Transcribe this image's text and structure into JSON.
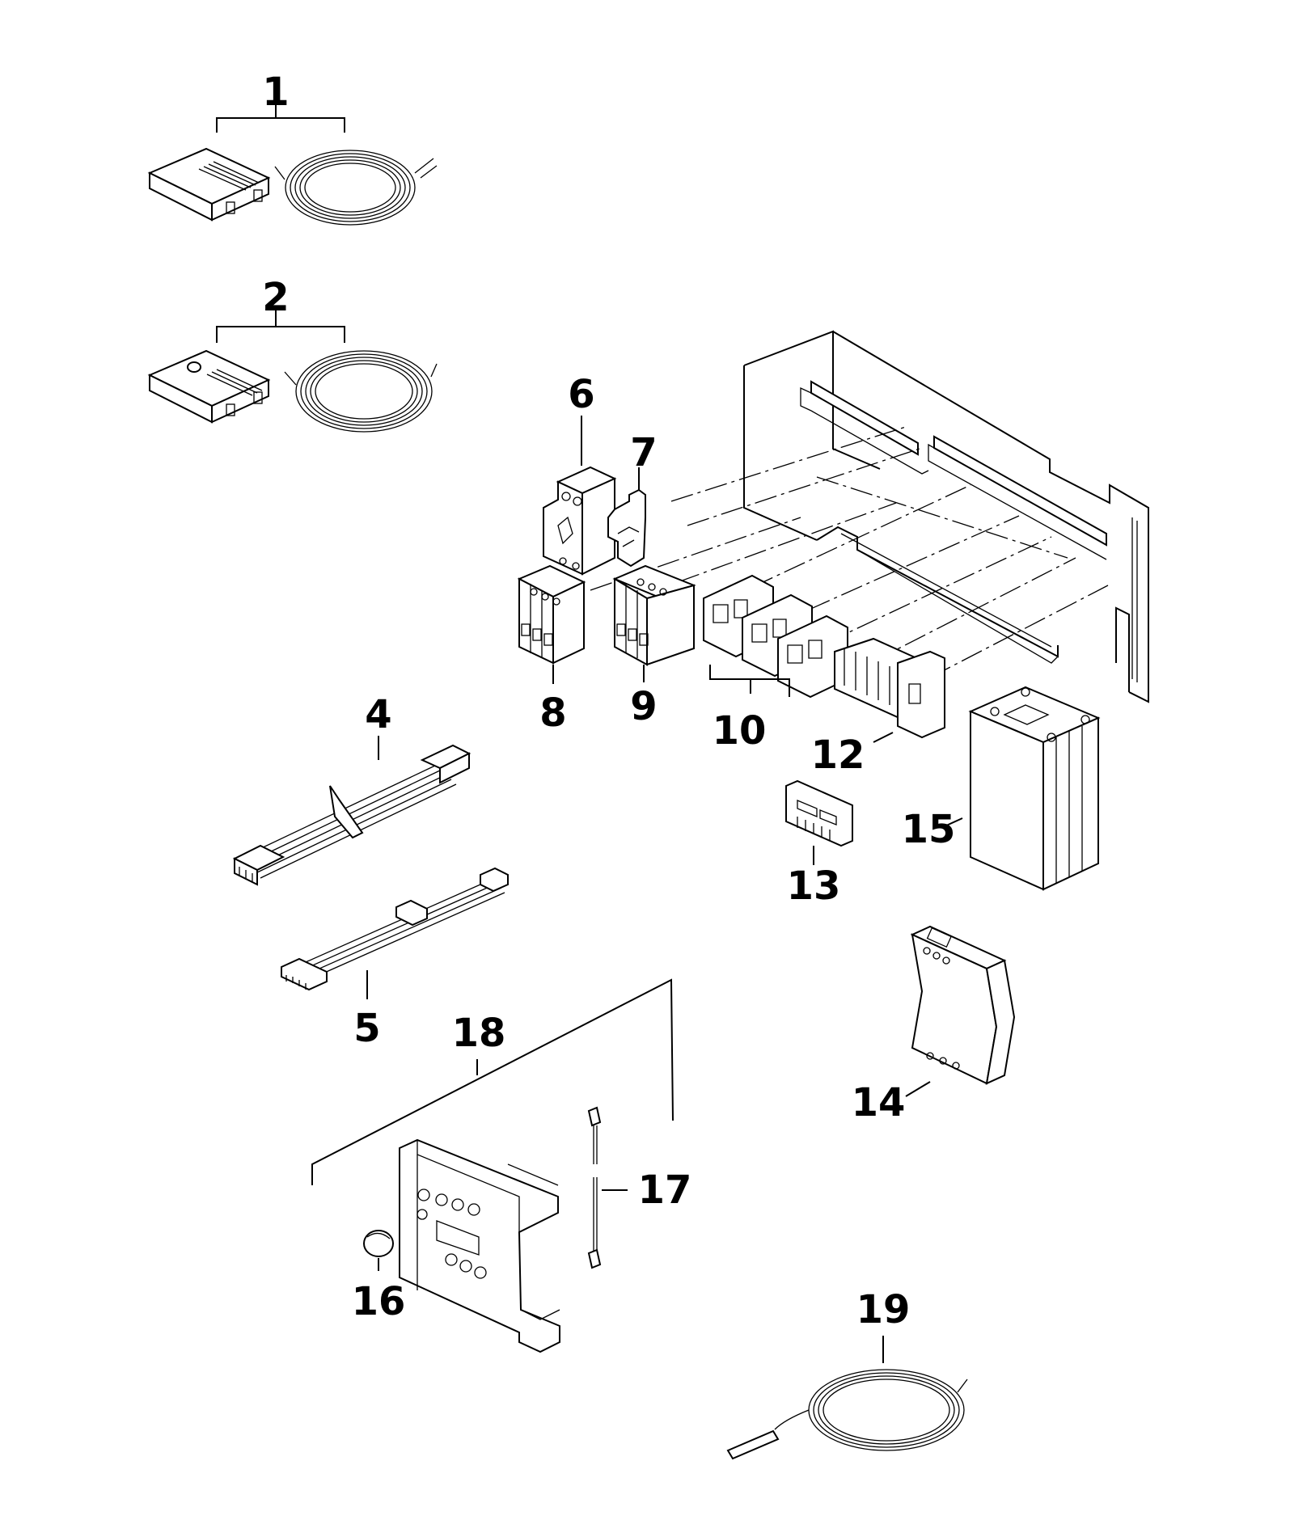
{
  "callouts": {
    "c1": "1",
    "c2": "2",
    "c4": "4",
    "c5": "5",
    "c6": "6",
    "c7": "7",
    "c8": "8",
    "c9": "9",
    "c10": "10",
    "c12": "12",
    "c13": "13",
    "c14": "14",
    "c15": "15",
    "c16": "16",
    "c17": "17",
    "c18": "18",
    "c19": "19"
  }
}
